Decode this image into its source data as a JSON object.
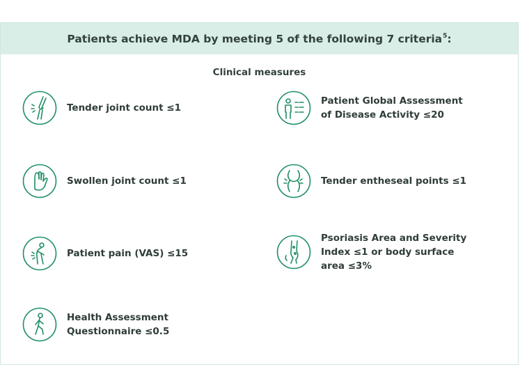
{
  "header": {
    "title": "Patients achieve MDA by meeting 5 of the following 7 criteria",
    "footnote": "5"
  },
  "section_title": "Clinical measures",
  "colors": {
    "accent": "#1e8f63",
    "header_bg": "#d8eee6",
    "text": "#2f3d36"
  },
  "left_criteria": [
    {
      "icon": "knee-joint-icon",
      "lines": [
        "Tender joint count ≤1"
      ]
    },
    {
      "icon": "hand-icon",
      "lines": [
        "Swollen joint count ≤1"
      ]
    },
    {
      "icon": "back-pain-figure-icon",
      "lines": [
        "Patient pain (VAS) ≤15"
      ]
    },
    {
      "icon": "walking-person-icon",
      "lines": [
        "Health Assessment",
        "Questionnaire ≤0.5"
      ]
    }
  ],
  "right_criteria": [
    {
      "icon": "person-checklist-icon",
      "lines": [
        "Patient Global Assessment",
        "of Disease Activity ≤20"
      ]
    },
    {
      "icon": "enthesis-joint-icon",
      "lines": [
        "Tender entheseal points ≤1"
      ]
    },
    {
      "icon": "leg-skin-icon",
      "lines": [
        "Psoriasis Area and Severity",
        "Index ≤1 or body surface",
        "area ≤3%"
      ]
    }
  ]
}
